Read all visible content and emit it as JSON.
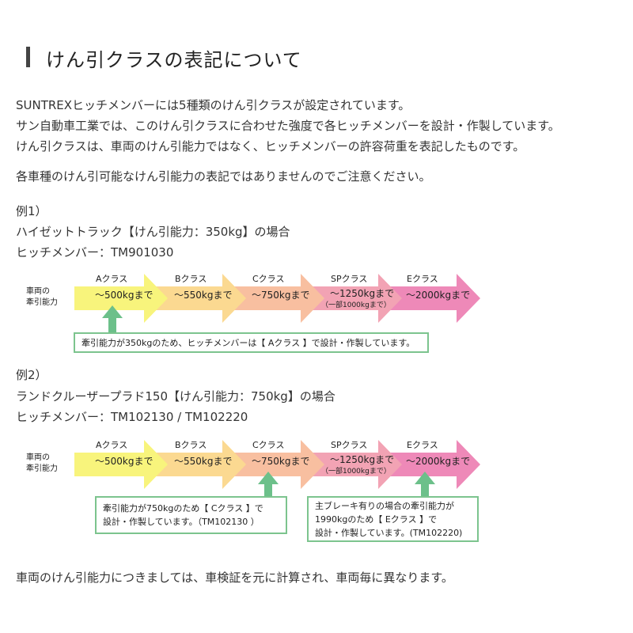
{
  "title": "けん引クラスの表記について",
  "intro": [
    "SUNTREXヒッチメンバーには5種類のけん引クラスが設定されています。",
    "サン自動車工業では、このけん引クラスに合わせた強度で各ヒッチメンバーを設計・作製しています。",
    "けん引クラスは、車両のけん引能力ではなく、ヒッチメンバーの許容荷重を表記したものです。"
  ],
  "caution": "各車種のけん引可能なけん引能力の表記ではありませんのでご注意ください。",
  "vehicle_label": [
    "車両の",
    "牽引能力"
  ],
  "classes": [
    {
      "name": "Aクラス",
      "limit": "～500kgまで",
      "color": "#f8f47c"
    },
    {
      "name": "Bクラス",
      "limit": "～550kgまで",
      "color": "#fbd991"
    },
    {
      "name": "Cクラス",
      "limit": "～750kgまで",
      "color": "#f8bfa0"
    },
    {
      "name": "SPクラス",
      "limit": "～1250kgまで",
      "sub": "（一部1000kgまで）",
      "color": "#f2a3b4"
    },
    {
      "name": "Eクラス",
      "limit": "～2000kgまで",
      "color": "#ee89b8"
    }
  ],
  "example1": {
    "heading": "例1）",
    "vehicle": "ハイゼットトラック【けん引能力：350kg】の場合",
    "hitch": "ヒッチメンバー：TM901030",
    "note": "牽引能力が350kgのため、ヒッチメンバーは【 Aクラス 】で設計・作製しています。"
  },
  "example2": {
    "heading": "例2）",
    "vehicle": "ランドクルーザープラド150【けん引能力：750kg】の場合",
    "hitch": "ヒッチメンバー：TM102130 / TM102220",
    "note1": [
      "牽引能力が750kgのため【 Cクラス 】で",
      "設計・作製しています。（TM102130 ）"
    ],
    "note2": [
      "主ブレーキ有りの場合の牽引能力が",
      "1990kgのため【 Eクラス 】で",
      "設計・作製しています。(TM102220)"
    ]
  },
  "footer": "車両のけん引能力につきましては、車検証を元に計算され、車両毎に異なります。",
  "accent": "#6cc08a"
}
